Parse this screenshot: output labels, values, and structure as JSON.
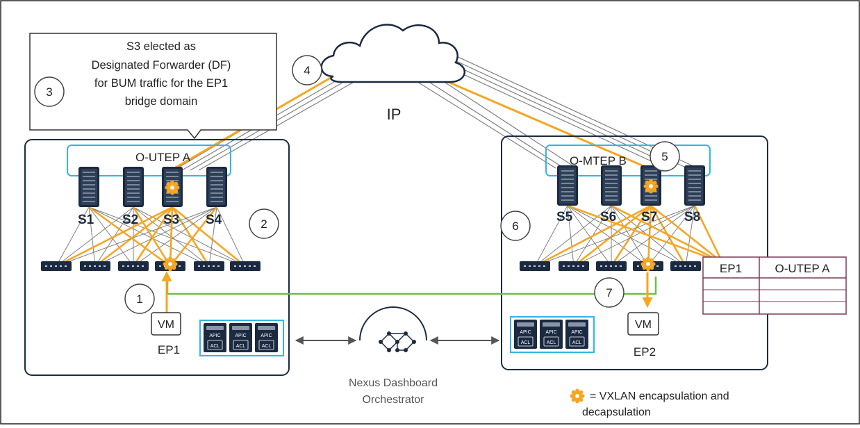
{
  "colors": {
    "accent": "#F5A623",
    "link_green": "#6CC04A",
    "site_border": "#1B2A40",
    "utep_border": "#33B6E0",
    "gray_link": "#7F7F7F",
    "table_border": "#7A3B5A"
  },
  "callout": {
    "line1": "S3 elected as",
    "line2": "Designated Forwarder (DF)",
    "line3": "for BUM traffic for the EP1",
    "line4": "bridge domain"
  },
  "cloud_label": "IP",
  "site_a": {
    "group_label": "O-UTEP A",
    "spines": [
      "S1",
      "S2",
      "S3",
      "S4"
    ],
    "endpoint_box": "VM",
    "endpoint_label": "EP1",
    "apic_label": "APIC",
    "acl_label": "ACL"
  },
  "site_b": {
    "group_label": "O-MTEP B",
    "spines": [
      "S5",
      "S6",
      "S7",
      "S8"
    ],
    "endpoint_box": "VM",
    "endpoint_label": "EP2",
    "apic_label": "APIC",
    "acl_label": "ACL"
  },
  "steps": [
    "1",
    "2",
    "3",
    "4",
    "5",
    "6",
    "7"
  ],
  "table": {
    "header": [
      "EP1",
      "O-UTEP A"
    ],
    "rows": [
      [
        "",
        ""
      ],
      [
        "",
        ""
      ]
    ]
  },
  "orchestrator": {
    "line1": "Nexus Dashboard",
    "line2": "Orchestrator"
  },
  "legend": {
    "line1": "= VXLAN encapsulation and",
    "line2": "decapsulation",
    "icon": "gear-icon"
  }
}
